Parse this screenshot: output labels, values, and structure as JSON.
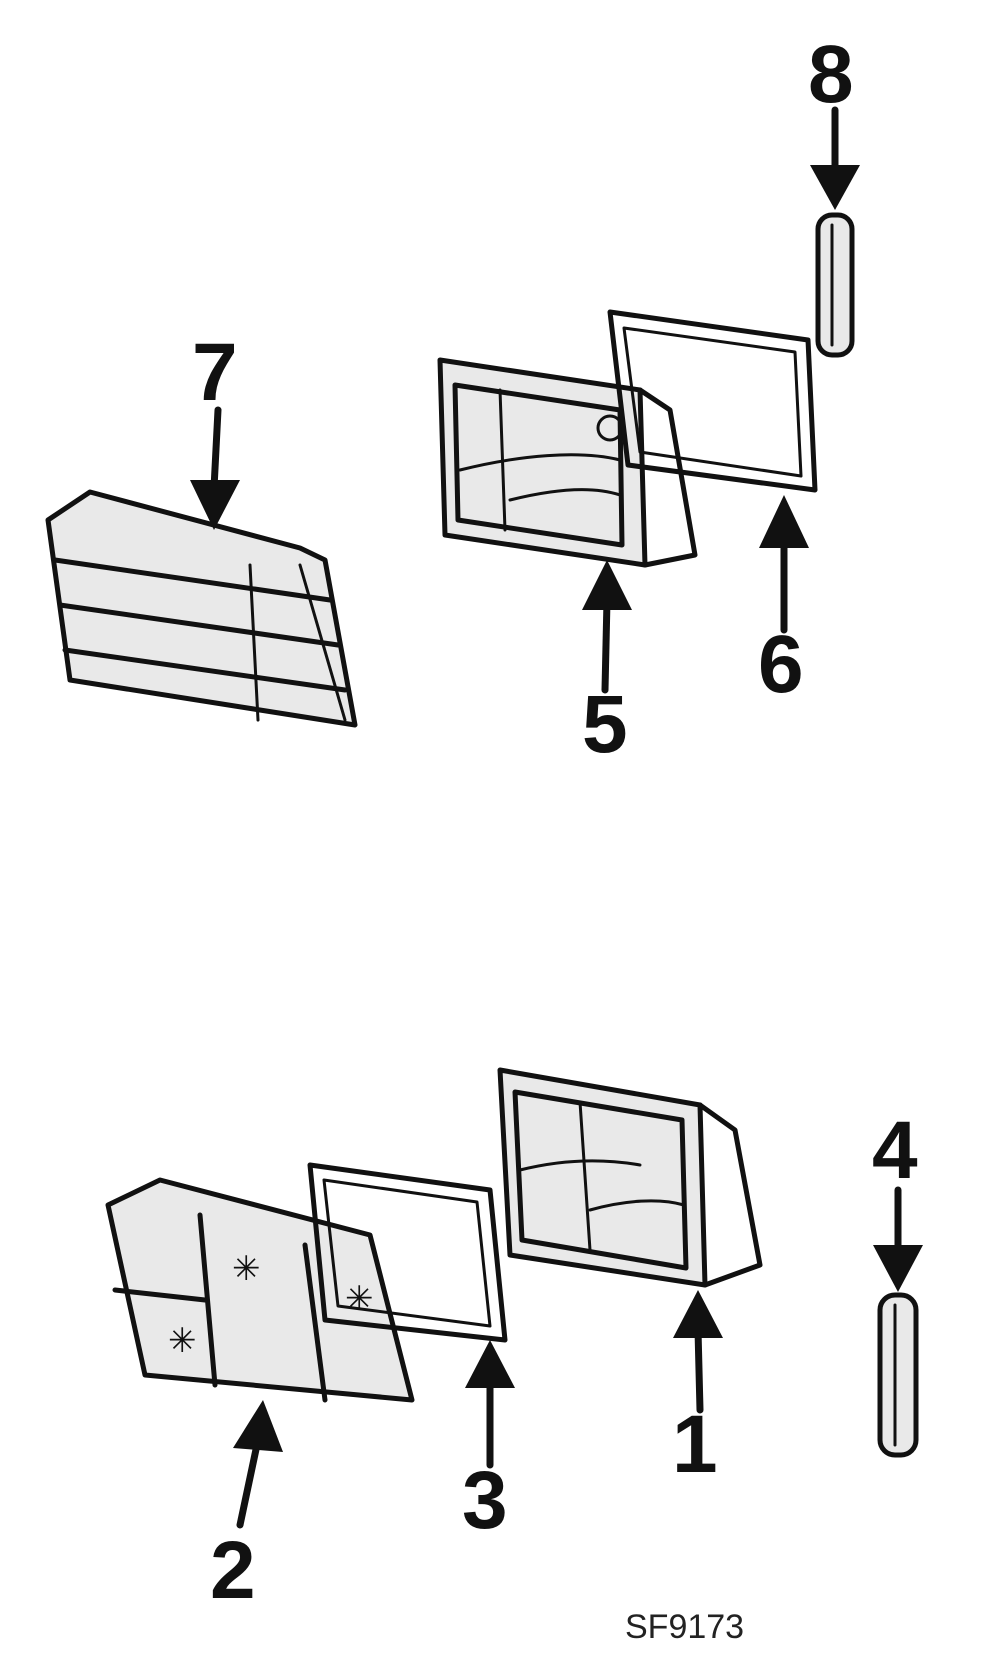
{
  "callouts": [
    {
      "id": "1",
      "label": "1"
    },
    {
      "id": "2",
      "label": "2"
    },
    {
      "id": "3",
      "label": "3"
    },
    {
      "id": "4",
      "label": "4"
    },
    {
      "id": "5",
      "label": "5"
    },
    {
      "id": "6",
      "label": "6"
    },
    {
      "id": "7",
      "label": "7"
    },
    {
      "id": "8",
      "label": "8"
    }
  ],
  "reference_code": "SF9173",
  "colors": {
    "line": "#111111",
    "background": "#ffffff",
    "part_fill": "#e9e9e9"
  }
}
